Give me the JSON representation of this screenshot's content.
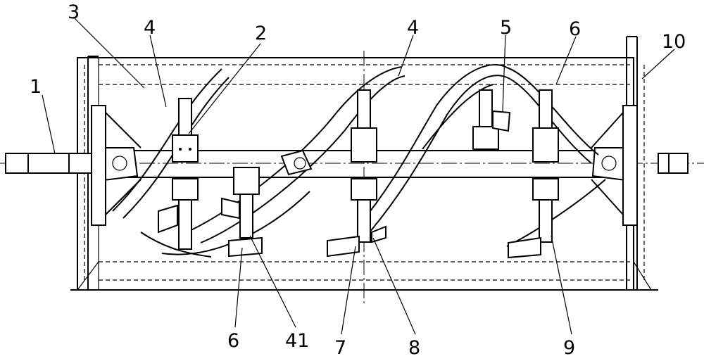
{
  "labels": [
    {
      "id": "1",
      "text": "1"
    },
    {
      "id": "2",
      "text": "2"
    },
    {
      "id": "3",
      "text": "3"
    },
    {
      "id": "4a",
      "text": "4"
    },
    {
      "id": "4b",
      "text": "4"
    },
    {
      "id": "5",
      "text": "5"
    },
    {
      "id": "6a",
      "text": "6"
    },
    {
      "id": "10",
      "text": "10"
    },
    {
      "id": "6b",
      "text": "6"
    },
    {
      "id": "41",
      "text": "41"
    },
    {
      "id": "7",
      "text": "7"
    },
    {
      "id": "8",
      "text": "8"
    },
    {
      "id": "9",
      "text": "9"
    }
  ]
}
